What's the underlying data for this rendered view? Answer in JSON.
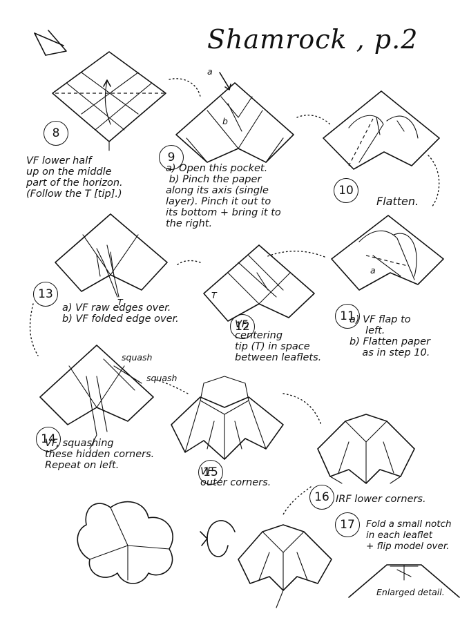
{
  "title": "Shamrock , p.2",
  "steps": [
    {
      "num": "8",
      "text": "VF lower half\nup on the middle\npart of the horizon.\n(Follow the T [tip].)"
    },
    {
      "num": "9",
      "text": "a) Open this pocket.\n b) Pinch the paper\nalong its axis (single\nlayer). Pinch it out to\nits bottom + bring it to\nthe right."
    },
    {
      "num": "10",
      "text": "Flatten."
    },
    {
      "num": "11",
      "text": "a) VF flap to\n     left.\nb) Flatten paper\n    as in step 10."
    },
    {
      "num": "12",
      "text": "VF,\ncentering\ntip (T) in space\nbetween leaflets."
    },
    {
      "num": "13",
      "text": "a) VF raw edges over.\nb) VF folded edge over."
    },
    {
      "num": "14",
      "text": "VF, squashing\nthese hidden corners.\nRepeat on left."
    },
    {
      "num": "15",
      "text": "VF\nouter corners."
    },
    {
      "num": "16",
      "text": "IRF lower corners."
    },
    {
      "num": "17",
      "text": "Fold a small notch\nin each leaflet\n+ flip model over."
    }
  ],
  "labels": {
    "a": "a",
    "b": "b",
    "t": "T",
    "squash1": "squash",
    "squash2": "squash",
    "enlarged": "Enlarged detail."
  }
}
